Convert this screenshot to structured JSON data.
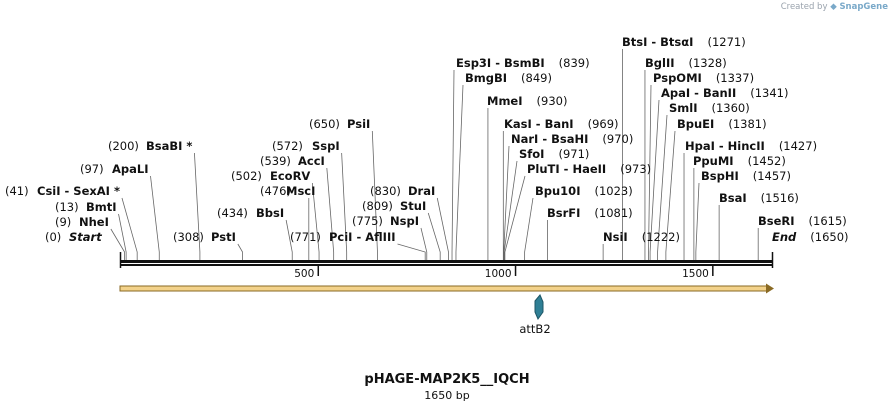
{
  "credit": {
    "prefix": "Created by",
    "brand": "SnapGene"
  },
  "map": {
    "title": "pHAGE-MAP2K5__IQCH",
    "length_label": "1650 bp",
    "length_bp": 1650,
    "scale_ticks": [
      {
        "value": 500,
        "label": "500"
      },
      {
        "value": 1000,
        "label": "1000"
      },
      {
        "value": 1500,
        "label": "1500"
      }
    ],
    "feature": {
      "name": "attB2",
      "color": "#2f7f95"
    }
  },
  "sites": [
    {
      "pos": 0,
      "pos_label": "(0)",
      "name": "Start",
      "style": "italic"
    },
    {
      "pos": 9,
      "pos_label": "(9)",
      "name": "NheI"
    },
    {
      "pos": 13,
      "pos_label": "(13)",
      "name": "BmtI"
    },
    {
      "pos": 41,
      "pos_label": "(41)",
      "name": "CsiI  -  SexAI *"
    },
    {
      "pos": 97,
      "pos_label": "(97)",
      "name": "ApaLI"
    },
    {
      "pos": 200,
      "pos_label": "(200)",
      "name": "BsaBI *"
    },
    {
      "pos": 308,
      "pos_label": "(308)",
      "name": "PstI"
    },
    {
      "pos": 434,
      "pos_label": "(434)",
      "name": "BbsI"
    },
    {
      "pos": 476,
      "pos_label": "(476)",
      "name": "MscI"
    },
    {
      "pos": 502,
      "pos_label": "(502)",
      "name": "EcoRV"
    },
    {
      "pos": 539,
      "pos_label": "(539)",
      "name": "AccI"
    },
    {
      "pos": 572,
      "pos_label": "(572)",
      "name": "SspI"
    },
    {
      "pos": 650,
      "pos_label": "(650)",
      "name": "PsiI"
    },
    {
      "pos": 771,
      "pos_label": "(771)",
      "name": "PciI  -  AflIII"
    },
    {
      "pos": 775,
      "pos_label": "(775)",
      "name": "NspI"
    },
    {
      "pos": 809,
      "pos_label": "(809)",
      "name": "StuI"
    },
    {
      "pos": 830,
      "pos_label": "(830)",
      "name": "DraI"
    },
    {
      "pos": 839,
      "pos_label": "(839)",
      "name": "Esp3I  -  BsmBI"
    },
    {
      "pos": 849,
      "pos_label": "(849)",
      "name": "BmgBI"
    },
    {
      "pos": 930,
      "pos_label": "(930)",
      "name": "MmeI"
    },
    {
      "pos": 969,
      "pos_label": "(969)",
      "name": "KasI  -  BanI"
    },
    {
      "pos": 970,
      "pos_label": "(970)",
      "name": "NarI  -  BsaHI"
    },
    {
      "pos": 971,
      "pos_label": "(971)",
      "name": "SfoI"
    },
    {
      "pos": 973,
      "pos_label": "(973)",
      "name": "PluTI  -  HaeII"
    },
    {
      "pos": 1023,
      "pos_label": "(1023)",
      "name": "Bpu10I"
    },
    {
      "pos": 1081,
      "pos_label": "(1081)",
      "name": "BsrFI"
    },
    {
      "pos": 1222,
      "pos_label": "(1222)",
      "name": "NsiI"
    },
    {
      "pos": 1271,
      "pos_label": "(1271)",
      "name": "BtsI  -  BtsαI"
    },
    {
      "pos": 1328,
      "pos_label": "(1328)",
      "name": "BglII"
    },
    {
      "pos": 1337,
      "pos_label": "(1337)",
      "name": "PspOMI"
    },
    {
      "pos": 1341,
      "pos_label": "(1341)",
      "name": "ApaI  -  BanII"
    },
    {
      "pos": 1360,
      "pos_label": "(1360)",
      "name": "SmlI"
    },
    {
      "pos": 1381,
      "pos_label": "(1381)",
      "name": "BpuEI"
    },
    {
      "pos": 1427,
      "pos_label": "(1427)",
      "name": "HpaI  -  HincII"
    },
    {
      "pos": 1452,
      "pos_label": "(1452)",
      "name": "PpuMI"
    },
    {
      "pos": 1457,
      "pos_label": "(1457)",
      "name": "BspHI"
    },
    {
      "pos": 1516,
      "pos_label": "(1516)",
      "name": "BsaI"
    },
    {
      "pos": 1615,
      "pos_label": "(1615)",
      "name": "BseRI"
    },
    {
      "pos": 1650,
      "pos_label": "(1650)",
      "name": "End",
      "style": "italic"
    }
  ]
}
